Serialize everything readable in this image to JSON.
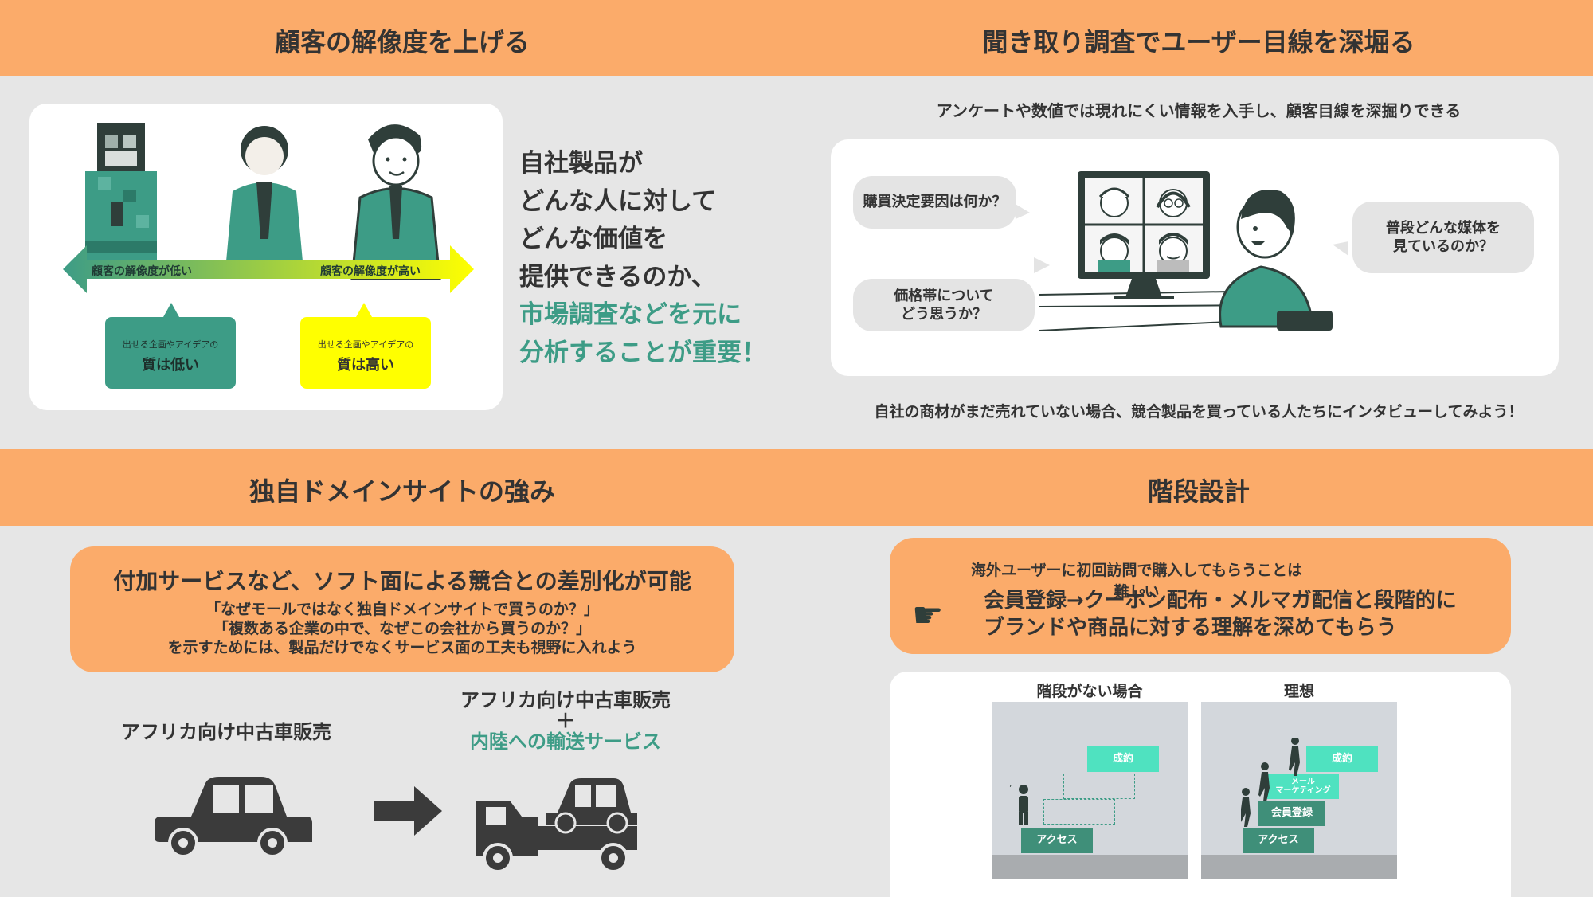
{
  "q1": {
    "title": "顧客の解像度を上げる",
    "arrow_low": "顧客の解像度が低い",
    "arrow_high": "顧客の解像度が高い",
    "box_low": {
      "line1": "出せる企画やアイデアの",
      "line2": "質は低い"
    },
    "box_high": {
      "line1": "出せる企画やアイデアの",
      "line2": "質は高い"
    },
    "text_lines": [
      "自社製品が",
      "どんな人に対して",
      "どんな価値を",
      "提供できるのか、"
    ],
    "highlight_lines": [
      "市場調査などを元に",
      "分析することが重要！"
    ]
  },
  "q2": {
    "title": "聞き取り調査でユーザー目線を深堀る",
    "subtitle": "アンケートや数値では現れにくい情報を入手し、顧客目線を深掘りできる",
    "bubble1": "購買決定要因は何か？",
    "bubble2_line1": "価格帯について",
    "bubble2_line2": "どう思うか？",
    "bubble3_line1": "普段どんな媒体を",
    "bubble3_line2": "見ているのか？",
    "footer": "自社の商材がまだ売れていない場合、競合製品を買っている人たちにインタビューしてみよう！"
  },
  "q3": {
    "title": "独自ドメインサイトの強み",
    "box_heading": "付加サービスなど、ソフト面による競合との差別化が可能",
    "box_lines": [
      "「なぜモールではなく独自ドメインサイトで買うのか？」",
      "「複数ある企業の中で、なぜこの会社から買うのか？」",
      "を示すためには、製品だけでなくサービス面の工夫も視野に入れよう"
    ],
    "left_label": "アフリカ向け中古車販売",
    "right_label": "アフリカ向け中古車販売",
    "plus": "＋",
    "right_highlight": "内陸への輸送サービス"
  },
  "q4": {
    "title": "階段設計",
    "box_small": "海外ユーザーに初回訪問で購入してもらうことは難しい",
    "box_line1": "会員登録→クーポン配布・メルマガ配信と段階的に",
    "box_line2": "ブランドや商品に対する理解を深めてもらう",
    "diagram_left_title": "階段がない場合",
    "diagram_right_title": "理想",
    "steps_left": {
      "top": "成約",
      "bottom": "アクセス"
    },
    "steps_right": {
      "top": "成約",
      "mail": "メール\nマーケティング",
      "member": "会員登録",
      "bottom": "アクセス"
    }
  },
  "colors": {
    "orange": "#fbab6a",
    "teal": "#3d9c86",
    "yellow": "#ffff00",
    "mint": "#4fe2c0",
    "step_dark": "#3f8f79"
  }
}
